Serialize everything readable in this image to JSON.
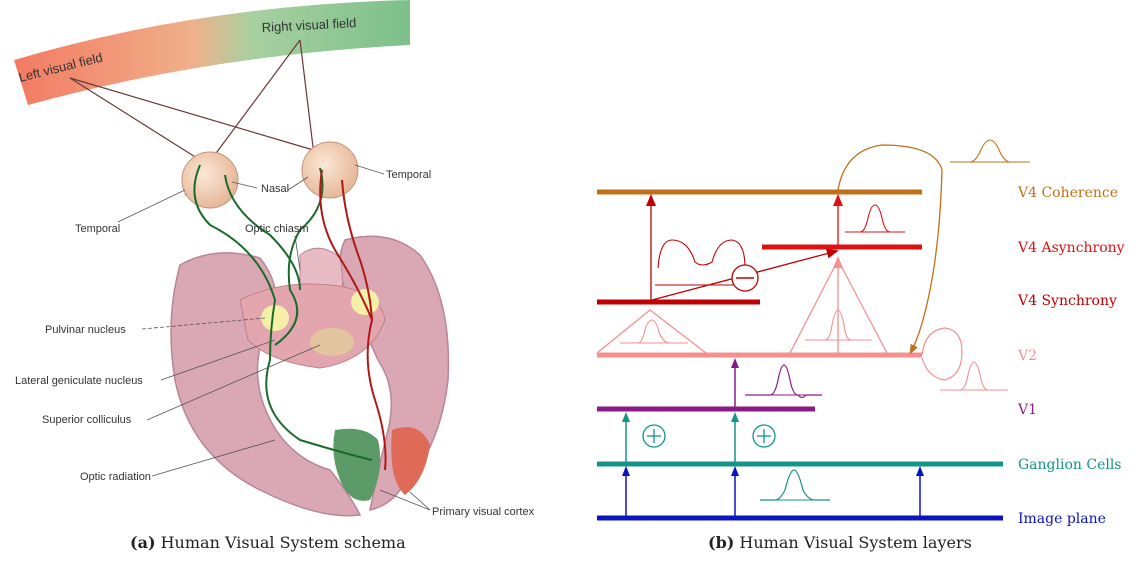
{
  "panel_a": {
    "fields": {
      "left": "Left visual field",
      "right": "Right visual field"
    },
    "labels": {
      "temporal_left": "Temporal",
      "nasal": "Nasal",
      "temporal_right": "Temporal",
      "optic_chiasm": "Optic chiasm",
      "pulvinar": "Pulvinar nucleus",
      "lgn": "Lateral geniculate nucleus",
      "colliculus": "Superior colliculus",
      "radiation": "Optic radiation",
      "cortex": "Primary visual cortex"
    },
    "caption": {
      "tag": "(a)",
      "text": " Human Visual System schema"
    }
  },
  "panel_b": {
    "layers": {
      "v4_coherence": "V4 Coherence",
      "v4_asynchrony": "V4 Asynchrony",
      "v4_synchrony": "V4 Synchrony",
      "v2": "V2",
      "v1": "V1",
      "ganglion": "Ganglion Cells",
      "image_plane": "Image plane"
    },
    "colors": {
      "v4_coherence": "#c07018",
      "v4_asynchrony": "#e01010",
      "v4_synchrony": "#c00000",
      "v2": "#f59090",
      "v1": "#8a1a8a",
      "ganglion": "#139488",
      "image_plane": "#0a14c0"
    },
    "symbols": {
      "plus": "+",
      "minus": "−"
    },
    "caption": {
      "tag": "(b)",
      "text": " Human Visual System layers"
    }
  }
}
